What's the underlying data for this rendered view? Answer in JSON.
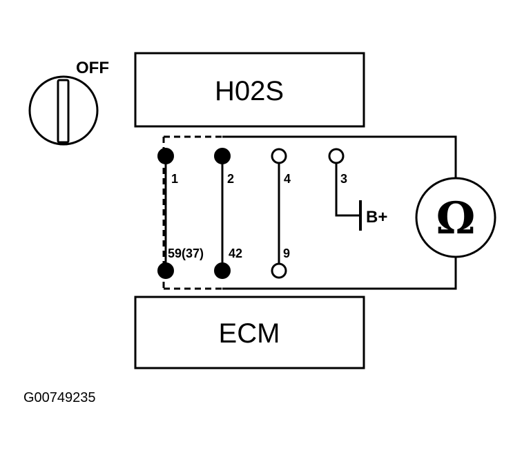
{
  "ignition": {
    "label": "OFF"
  },
  "components": {
    "top_label": "H02S",
    "bottom_label": "ECM"
  },
  "pins": {
    "p1": "1",
    "p2": "2",
    "p4": "4",
    "p3": "3",
    "p59": "59(37)",
    "p42": "42",
    "p9": "9"
  },
  "battery": {
    "label": "B+"
  },
  "meter": {
    "symbol": "Ω"
  },
  "figure_code": "G00749235"
}
